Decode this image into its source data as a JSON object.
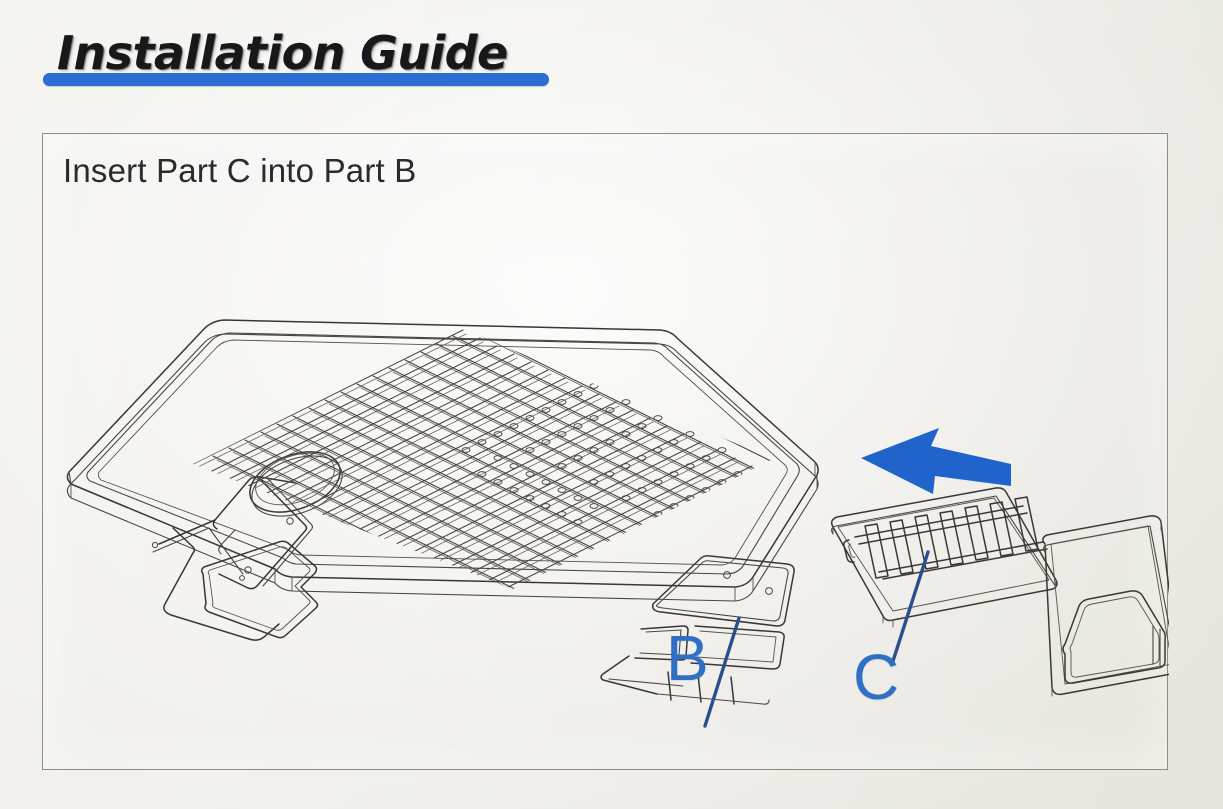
{
  "document": {
    "title": "Installation Guide",
    "background_color": "#f0efeb",
    "accent_color": "#2a6ed3"
  },
  "header": {
    "title": "Installation Guide",
    "underline_bar_color": "#2a6ed3"
  },
  "panel": {
    "border_color": "#8f8d86",
    "step_instruction": "Insert Part C into Part B"
  },
  "diagram": {
    "line_color": "#3a3733",
    "arrow": {
      "name": "insertion-direction-arrow",
      "color": "#1f63cb",
      "direction": "left"
    },
    "parts": [
      {
        "id": "B",
        "label": "B",
        "label_color": "#2f6fc6",
        "description": "large grid tray base with circular opening and mounting slot"
      },
      {
        "id": "C",
        "label": "C",
        "label_color": "#2f6fc6",
        "description": "slotted rail bracket with arch cutout plate"
      }
    ],
    "leader_line_color": "#2b4f8e"
  }
}
